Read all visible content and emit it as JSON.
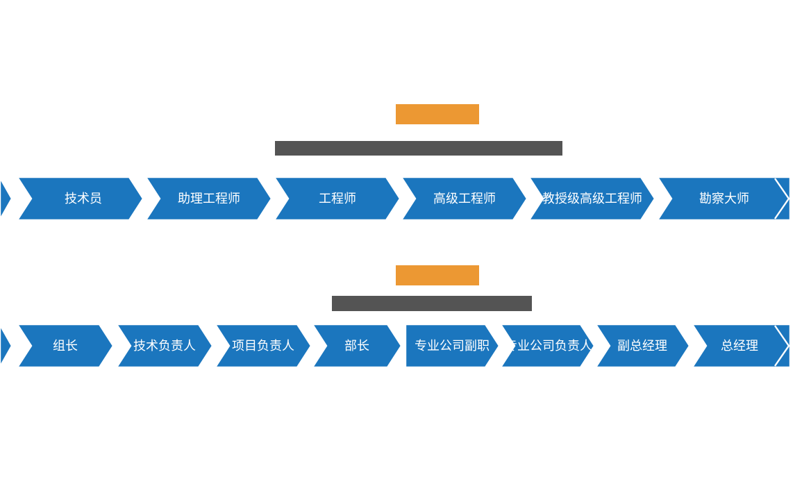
{
  "palette": {
    "arrow_blue": "#1B76BE",
    "badge_orange": "#EC9833",
    "bar_gray": "#545454",
    "separator_white": "#FFFFFF",
    "step_text_color": "#FFFFFF"
  },
  "technical_track": {
    "steps": [
      "技术员",
      "助理工程师",
      "工程师",
      "高级工程师",
      "教授级高级工程师",
      "勘察大师"
    ]
  },
  "management_track": {
    "steps_group1": [
      "组长",
      "技术负责人",
      "项目负责人",
      "部长"
    ],
    "steps_group2": [
      "专业公司副职",
      "专业公司负责人",
      "副总经理",
      "总经理"
    ]
  }
}
